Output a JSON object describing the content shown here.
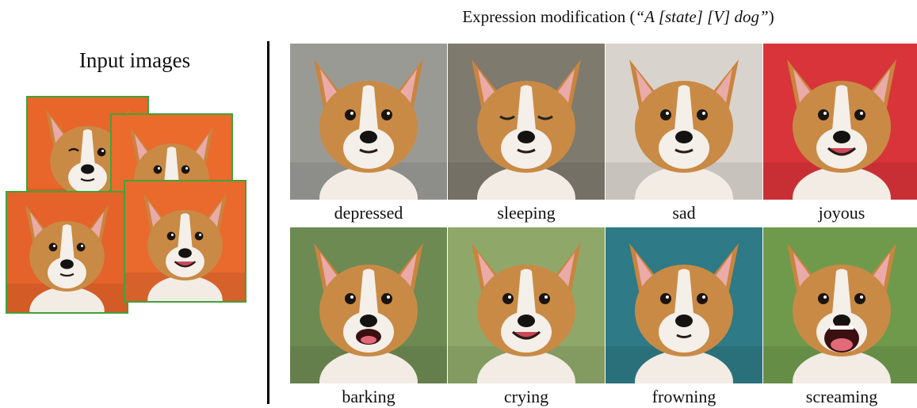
{
  "left_panel": {
    "title": "Input images",
    "photos": [
      {
        "name": "input-photo-1",
        "bg": "#e8662a",
        "pose": "wink"
      },
      {
        "name": "input-photo-2",
        "bg": "#ea6b2c",
        "pose": "front"
      },
      {
        "name": "input-photo-3",
        "bg": "#e5632a",
        "pose": "sit"
      },
      {
        "name": "input-photo-4",
        "bg": "#ea6a2e",
        "pose": "side"
      }
    ]
  },
  "right_panel": {
    "caption_prefix": "Expression modification (",
    "caption_prompt": "“A [state] [V] dog”",
    "caption_suffix": ")",
    "tiles": [
      {
        "label": "depressed",
        "bg": "#9a9a95",
        "mouth": "closed"
      },
      {
        "label": "sleeping",
        "bg": "#7e7a6e",
        "mouth": "sleep"
      },
      {
        "label": "sad",
        "bg": "#d8d3cc",
        "mouth": "closed"
      },
      {
        "label": "joyous",
        "bg": "#d9343a",
        "mouth": "smile"
      },
      {
        "label": "barking",
        "bg": "#6e8a53",
        "mouth": "open"
      },
      {
        "label": "crying",
        "bg": "#8fa86a",
        "mouth": "smile"
      },
      {
        "label": "frowning",
        "bg": "#2e7a86",
        "mouth": "small"
      },
      {
        "label": "screaming",
        "bg": "#6f9a4c",
        "mouth": "wide"
      }
    ]
  }
}
